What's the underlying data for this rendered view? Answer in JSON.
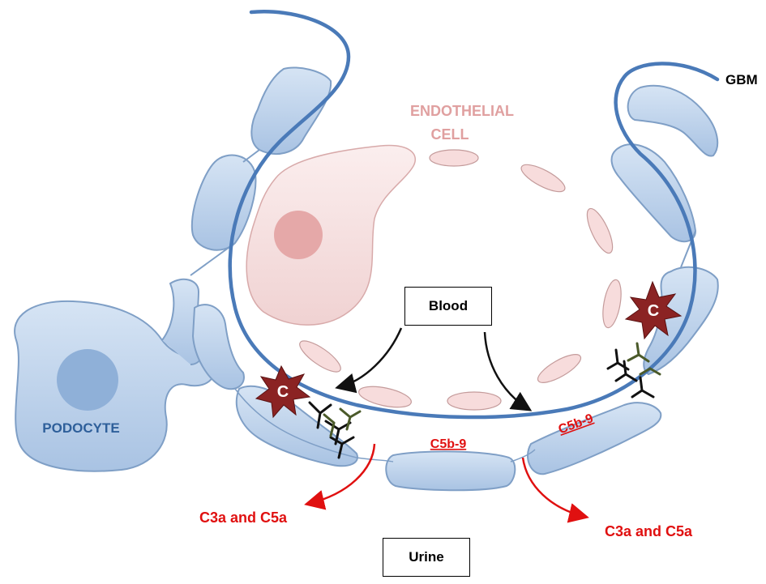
{
  "labels": {
    "gbm": "GBM",
    "endothelial_line1": "ENDOTHELIAL",
    "endothelial_line2": "CELL",
    "podocyte": "PODOCYTE",
    "blood": "Blood",
    "urine": "Urine",
    "complement_left": "C",
    "complement_right": "C",
    "c5b9_left": "C5b-9",
    "c5b9_right": "C5b-9",
    "c3a_c5a_left": "C3a and C5a",
    "c3a_c5a_right": "C3a and C5a"
  },
  "colors": {
    "gbm_line": "#4a7ab8",
    "foot_process_fill": "#b8cfe8",
    "foot_process_stroke": "#7f9fc6",
    "podocyte_nucleus": "#8fb0d8",
    "endothelial_fill": "#f7dcdc",
    "endothelial_stroke": "#d8aaaa",
    "endothelial_nucleus": "#e5a8a8",
    "endothelial_text": "#e0a0a0",
    "podocyte_text": "#2e5f9a",
    "complement_star": "#8b2323",
    "antibody_dark": "#111111",
    "antibody_olive": "#4b5a2a",
    "red_arrow": "#e01010",
    "red_text": "#e01010"
  }
}
